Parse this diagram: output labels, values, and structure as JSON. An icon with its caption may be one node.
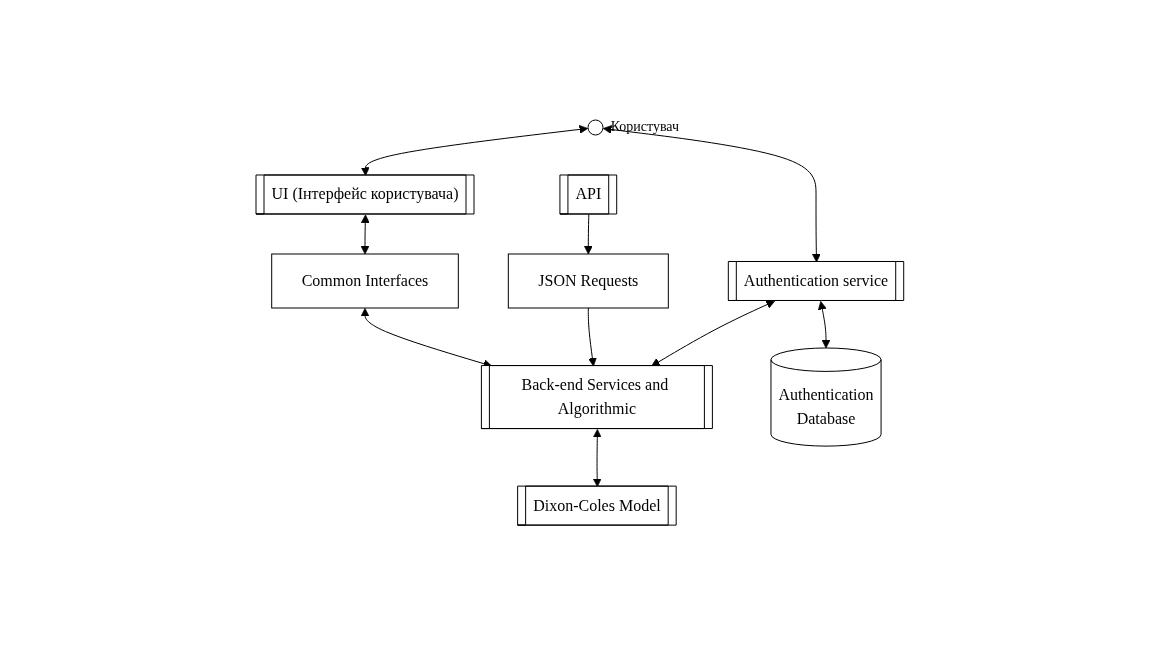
{
  "diagram": {
    "nodes": [
      {
        "text": [],
        "shape": "circle",
        "beside": [
          "Користувач"
        ]
      },
      {
        "text": [
          "UI (Інтерфейс користувача)"
        ]
      },
      {
        "text": [
          "Common Interfaces"
        ]
      },
      {
        "text": [
          "Authentication service"
        ]
      },
      {
        "text": [
          "Back-end Services and Algorithmic"
        ]
      },
      {
        "text": [
          "Dixon-Coles Model"
        ]
      },
      {
        "text": [
          "JSON Requests"
        ]
      },
      {
        "text": [
          "Authentication",
          "Database"
        ]
      },
      {
        "text": [
          "API"
        ]
      }
    ],
    "edges": [
      {
        "from": 0,
        "to": 1,
        "arrow": "both"
      },
      {
        "from": 0,
        "to": 3,
        "arrow": "both"
      },
      {
        "from": 1,
        "to": 2,
        "arrow": "both"
      },
      {
        "from": 2,
        "to": 4,
        "arrow": "both"
      },
      {
        "from": 3,
        "to": 4,
        "arrow": "both"
      },
      {
        "from": 4,
        "to": 5,
        "arrow": "both"
      },
      {
        "from": 3,
        "to": 7,
        "arrow": "both"
      },
      {
        "from": 6,
        "to": 4,
        "arrow": "to"
      },
      {
        "from": 8,
        "to": 6,
        "arrow": "to"
      }
    ]
  }
}
